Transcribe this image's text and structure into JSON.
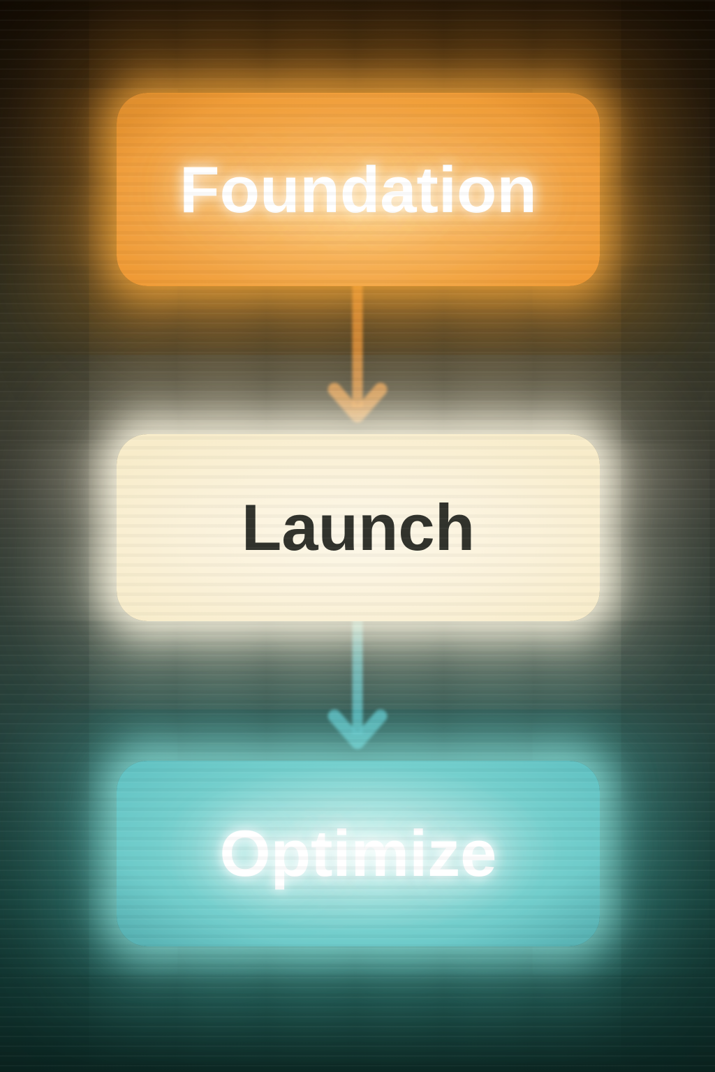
{
  "diagram": {
    "type": "flowchart",
    "orientation": "vertical",
    "nodes": [
      {
        "id": "foundation",
        "label": "Foundation",
        "fill_color": "#f09d3c",
        "text_color": "#ffffff",
        "glow_color": "#f5ac44"
      },
      {
        "id": "launch",
        "label": "Launch",
        "fill_color": "#faf1d8",
        "text_color": "#32332c",
        "glow_color": "#fdf6e4"
      },
      {
        "id": "optimize",
        "label": "Optimize",
        "fill_color": "#64c6c6",
        "text_color": "#ffffff",
        "glow_color": "#9fe4df"
      }
    ],
    "edges": [
      {
        "from": "foundation",
        "to": "launch",
        "shape": "arrow-down",
        "color": "#e8943c"
      },
      {
        "from": "launch",
        "to": "optimize",
        "shape": "arrow-down",
        "color": "#5fc0c9"
      }
    ],
    "background_colors": {
      "top": "#170e04",
      "middle": "#3a3c33",
      "bottom": "#1b4a44"
    }
  }
}
